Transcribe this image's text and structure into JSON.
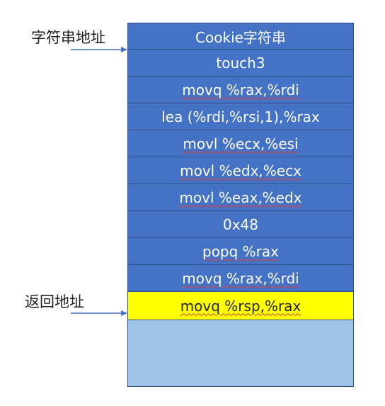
{
  "labels": {
    "string_address": "字符串地址",
    "return_address": "返回地址"
  },
  "stack": {
    "cells": [
      {
        "text": "Cookie字符串"
      },
      {
        "text": "touch3"
      },
      {
        "text": "movq %rax,%rdi"
      },
      {
        "text": "lea (%rdi,%rsi,1),%rax"
      },
      {
        "text": "movl %ecx,%esi"
      },
      {
        "text": "movl %edx,%ecx"
      },
      {
        "text": "movl %eax,%edx"
      },
      {
        "text": "0x48"
      },
      {
        "text": "popq %rax"
      },
      {
        "text": "movq %rax,%rdi"
      },
      {
        "text": "movq %rsp,%rax"
      }
    ]
  },
  "colors": {
    "cell_fill": "#4472c4",
    "cell_border": "#2f528f",
    "highlight_fill": "#ffff00",
    "empty_fill": "#9dc3e6",
    "arrow": "#4472c4"
  }
}
